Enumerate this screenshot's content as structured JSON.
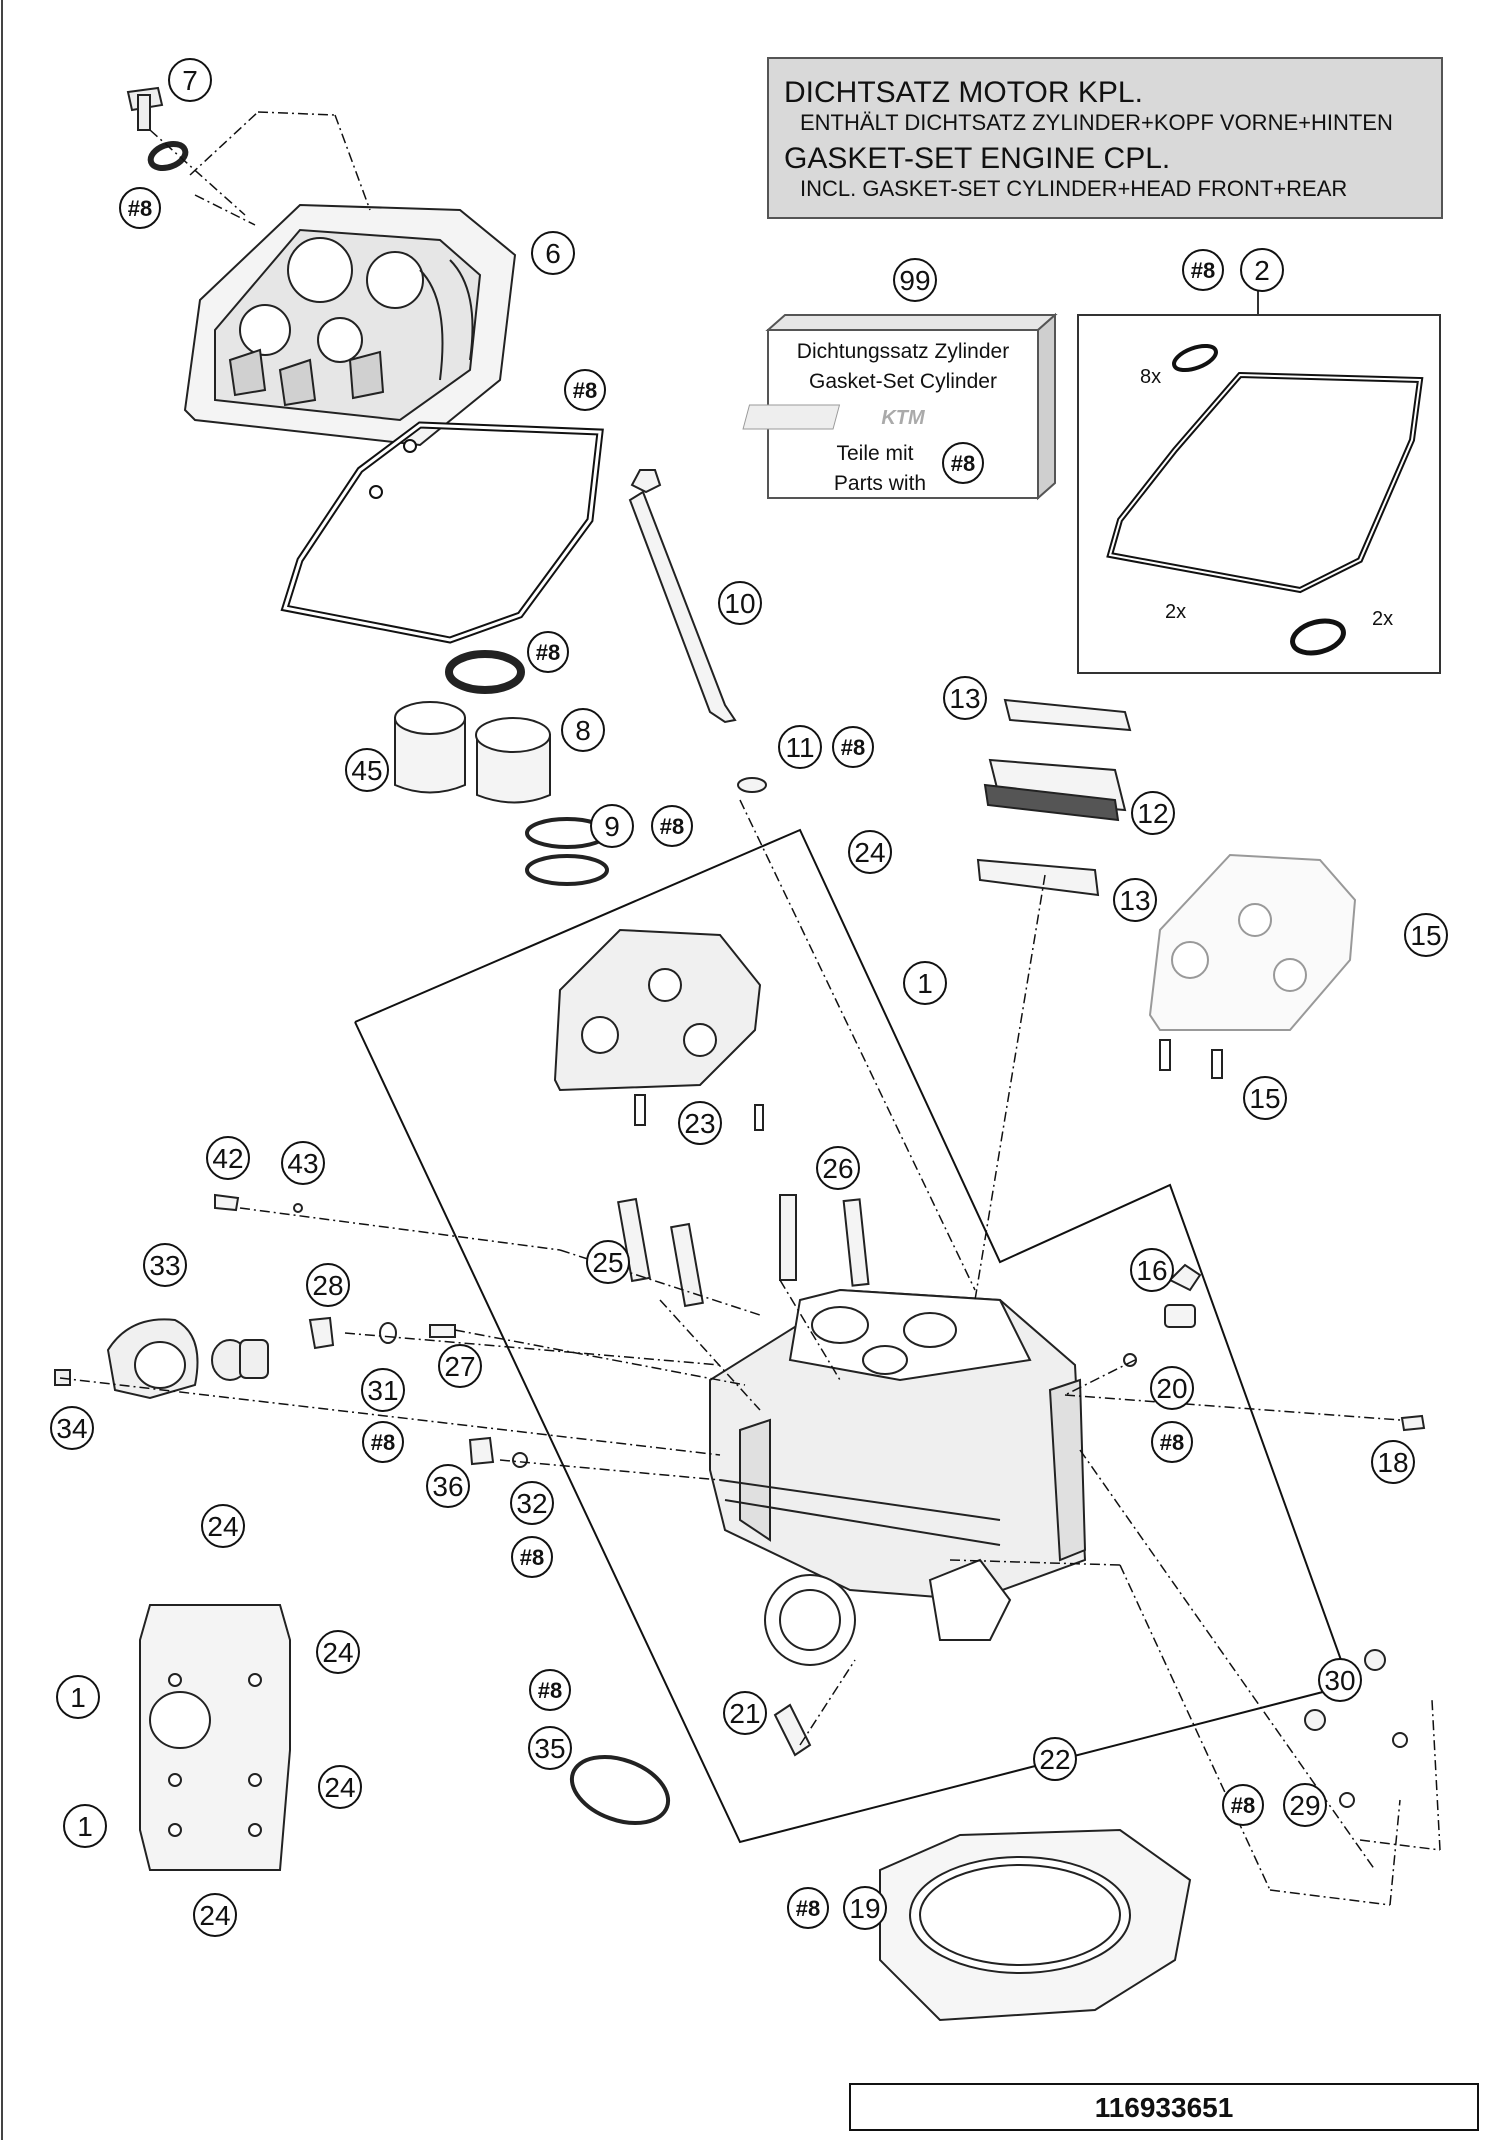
{
  "kit_note": {
    "line1": "DICHTSATZ MOTOR KPL.",
    "line2": "ENTHÄLT DICHTSATZ ZYLINDER+KOPF VORNE+HINTEN",
    "line3": "GASKET-SET ENGINE CPL.",
    "line4": "INCL. GASKET-SET CYLINDER+HEAD FRONT+REAR"
  },
  "cylinder_kit": {
    "number": "99",
    "line1": "Dichtungssatz Zylinder",
    "line2": "Gasket-Set Cylinder",
    "logo": "KTM",
    "line3": "Teile mit",
    "line4": "Parts with",
    "ref": "#8"
  },
  "gasket_set_box": {
    "ref": "#8",
    "number": "2",
    "qty_seal_small": "8x",
    "qty_gasket": "2x",
    "qty_seal_large": "2x"
  },
  "callouts": [
    {
      "id": "c7",
      "text": "7"
    },
    {
      "id": "c8ref-a",
      "text": "#8"
    },
    {
      "id": "c6",
      "text": "6"
    },
    {
      "id": "c8ref-b",
      "text": "#8"
    },
    {
      "id": "c10",
      "text": "10"
    },
    {
      "id": "c8ref-c",
      "text": "#8"
    },
    {
      "id": "c8",
      "text": "8"
    },
    {
      "id": "c45",
      "text": "45"
    },
    {
      "id": "c9",
      "text": "9"
    },
    {
      "id": "c8ref-d",
      "text": "#8"
    },
    {
      "id": "c11",
      "text": "11"
    },
    {
      "id": "c8ref-e",
      "text": "#8"
    },
    {
      "id": "c13a",
      "text": "13"
    },
    {
      "id": "c12",
      "text": "12"
    },
    {
      "id": "c13b",
      "text": "13"
    },
    {
      "id": "c24a",
      "text": "24"
    },
    {
      "id": "c1a",
      "text": "1"
    },
    {
      "id": "c15a",
      "text": "15"
    },
    {
      "id": "c15b",
      "text": "15"
    },
    {
      "id": "c23",
      "text": "23"
    },
    {
      "id": "c42",
      "text": "42"
    },
    {
      "id": "c43",
      "text": "43"
    },
    {
      "id": "c26",
      "text": "26"
    },
    {
      "id": "c33",
      "text": "33"
    },
    {
      "id": "c25",
      "text": "25"
    },
    {
      "id": "c16",
      "text": "16"
    },
    {
      "id": "c28",
      "text": "28"
    },
    {
      "id": "c27",
      "text": "27"
    },
    {
      "id": "c20",
      "text": "20"
    },
    {
      "id": "c31",
      "text": "31"
    },
    {
      "id": "c34",
      "text": "34"
    },
    {
      "id": "c8ref-f",
      "text": "#8"
    },
    {
      "id": "c8ref-g",
      "text": "#8"
    },
    {
      "id": "c18",
      "text": "18"
    },
    {
      "id": "c36",
      "text": "36"
    },
    {
      "id": "c32",
      "text": "32"
    },
    {
      "id": "c8ref-h",
      "text": "#8"
    },
    {
      "id": "c24b",
      "text": "24"
    },
    {
      "id": "c24c",
      "text": "24"
    },
    {
      "id": "c1b",
      "text": "1"
    },
    {
      "id": "c24d",
      "text": "24"
    },
    {
      "id": "c1c",
      "text": "1"
    },
    {
      "id": "c24e",
      "text": "24"
    },
    {
      "id": "c8ref-i",
      "text": "#8"
    },
    {
      "id": "c35",
      "text": "35"
    },
    {
      "id": "c21",
      "text": "21"
    },
    {
      "id": "c22",
      "text": "22"
    },
    {
      "id": "c30",
      "text": "30"
    },
    {
      "id": "c8ref-j",
      "text": "#8"
    },
    {
      "id": "c29",
      "text": "29"
    },
    {
      "id": "c8ref-k",
      "text": "#8"
    },
    {
      "id": "c19",
      "text": "19"
    }
  ],
  "part_number": "116933651"
}
